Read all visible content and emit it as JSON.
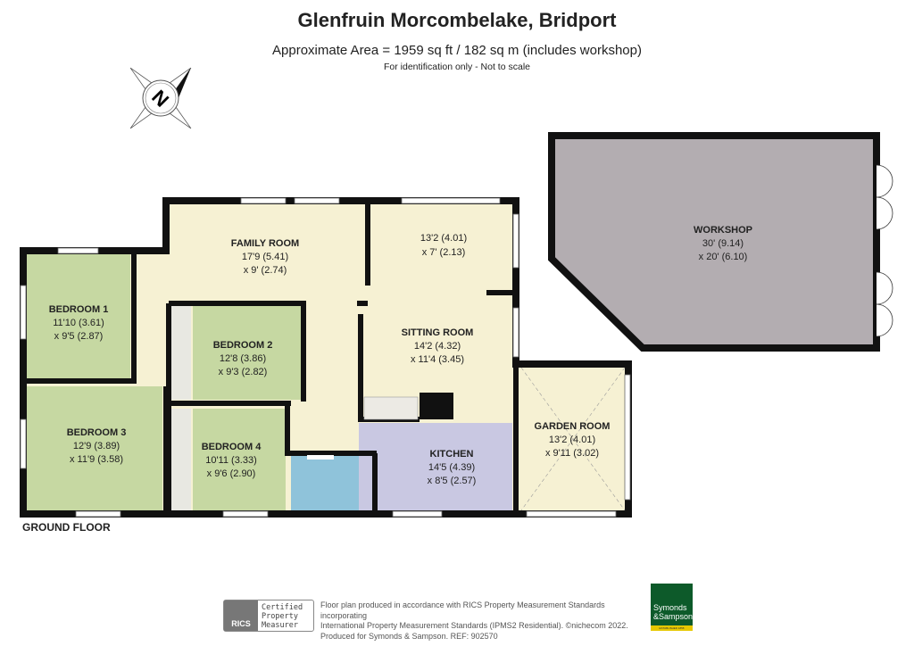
{
  "header": {
    "title": "Glenfruin Morcombelake, Bridport",
    "subtitle": "Approximate Area = 1959 sq ft / 182 sq m (includes workshop)",
    "note": "For identification only - Not to scale"
  },
  "compass": {
    "icon": "north-compass-icon",
    "label": "N"
  },
  "floor_label": "GROUND FLOOR",
  "rooms": {
    "family_room": {
      "name": "FAMILY ROOM",
      "dim1": "17'9 (5.41)",
      "dim2": "x 9' (2.74)"
    },
    "sitting_room_upper": {
      "dim1": "13'2 (4.01)",
      "dim2": "x 7' (2.13)"
    },
    "sitting_room": {
      "name": "SITTING ROOM",
      "dim1": "14'2 (4.32)",
      "dim2": "x 11'4 (3.45)"
    },
    "bedroom1": {
      "name": "BEDROOM 1",
      "dim1": "11'10 (3.61)",
      "dim2": "x 9'5 (2.87)"
    },
    "bedroom2": {
      "name": "BEDROOM 2",
      "dim1": "12'8 (3.86)",
      "dim2": "x 9'3 (2.82)"
    },
    "bedroom3": {
      "name": "BEDROOM 3",
      "dim1": "12'9 (3.89)",
      "dim2": "x 11'9 (3.58)"
    },
    "bedroom4": {
      "name": "BEDROOM 4",
      "dim1": "10'11 (3.33)",
      "dim2": "x 9'6 (2.90)"
    },
    "kitchen": {
      "name": "KITCHEN",
      "dim1": "14'5 (4.39)",
      "dim2": "x 8'5 (2.57)"
    },
    "garden_room": {
      "name": "GARDEN ROOM",
      "dim1": "13'2 (4.01)",
      "dim2": "x 9'11 (3.02)"
    },
    "workshop": {
      "name": "WORKSHOP",
      "dim1": "30' (9.14)",
      "dim2": "x 20' (6.10)"
    }
  },
  "colors": {
    "living": "#f6f1d3",
    "bedroom": "#c6d8a2",
    "bathroom": "#8fc3da",
    "kitchen": "#c9c8e2",
    "workshop": "#b3adb1",
    "wall": "#111111"
  },
  "footer": {
    "rics_logo": "RICS",
    "rics_badge": [
      "Certified",
      "Property",
      "Measurer"
    ],
    "text_lines": [
      "Floor plan produced in accordance with RICS Property Measurement Standards incorporating",
      "International Property Measurement Standards (IPMS2 Residential).  ©nichecom 2022.",
      "Produced for Symonds & Sampson.   REF: 902570"
    ],
    "brand_lines": [
      "Symonds",
      "&Sampson"
    ],
    "brand_est": "ESTABLISHED 1858"
  }
}
